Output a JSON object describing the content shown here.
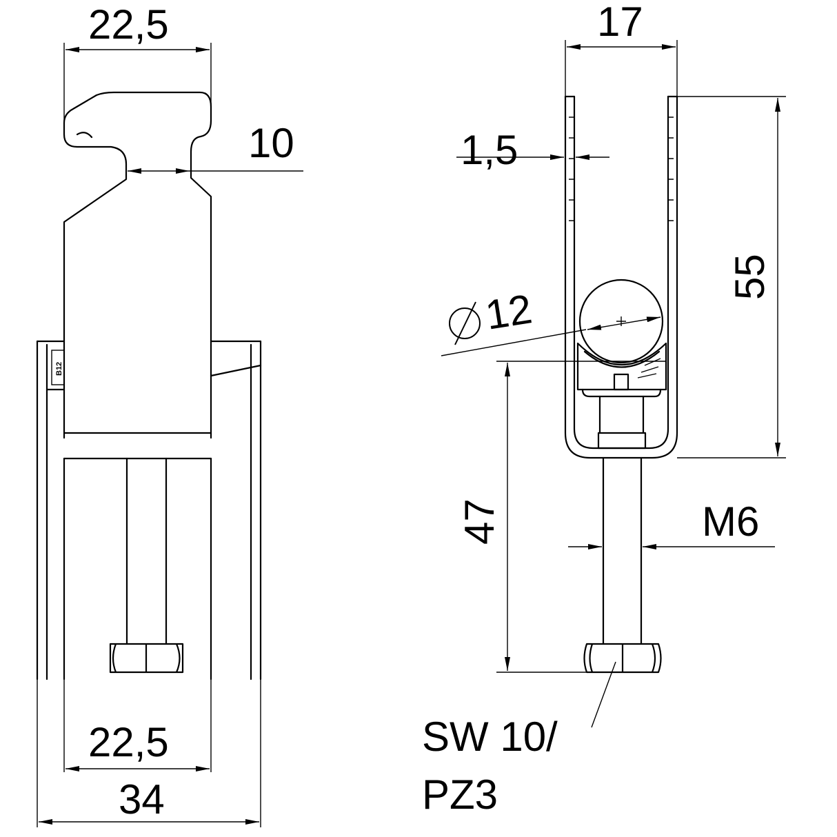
{
  "dimensions": {
    "top_width_left": "22,5",
    "neck_width": "10",
    "bottom_inner_width": "22,5",
    "bottom_outer_width": "34",
    "top_width_right": "17",
    "wall_thickness": "1,5",
    "cable_diameter": "12",
    "height_right": "55",
    "screw_length": "47",
    "thread": "M6",
    "wrench_size_line1": "SW 10/",
    "wrench_size_line2": "PZ3"
  },
  "small_marking": "B12",
  "symbols": {
    "diameter": "diameter-symbol"
  }
}
